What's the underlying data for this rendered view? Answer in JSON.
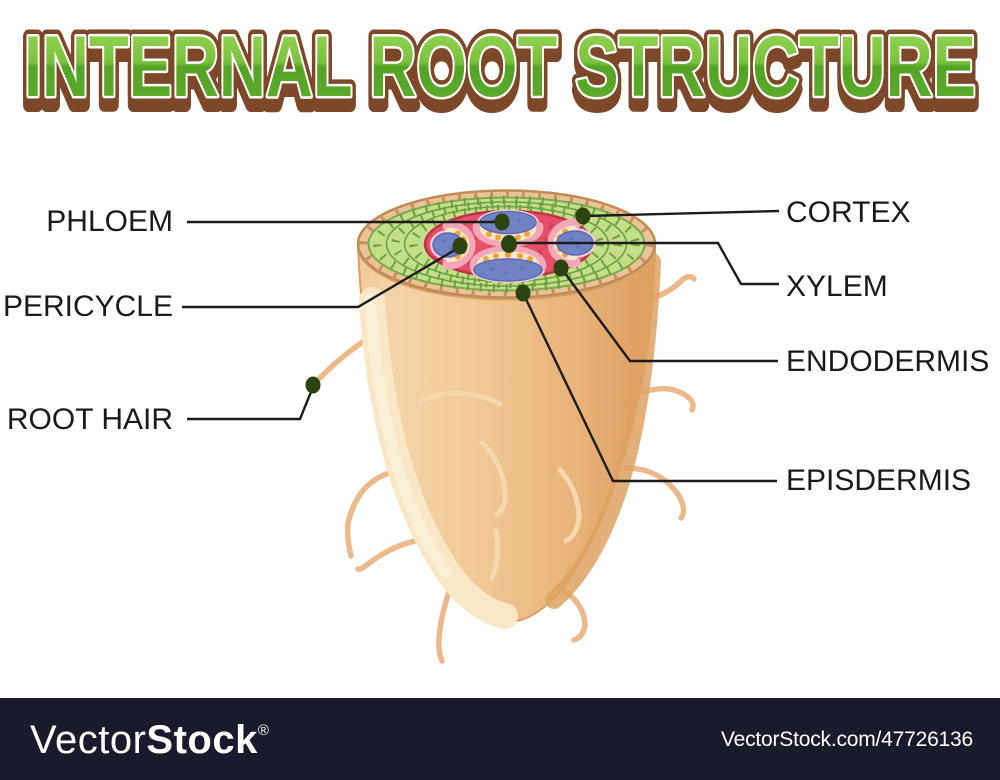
{
  "title": "INTERNAL ROOT STRUCTURE",
  "labels": {
    "phloem": "PHLOEM",
    "pericycle": "PERICYCLE",
    "root_hair": "ROOT HAIR",
    "cortex": "CORTEX",
    "xylem": "XYLEM",
    "endodermis": "ENDODERMIS",
    "episdermis": "EPISDERMIS"
  },
  "watermark": {
    "brand_light": "Vector",
    "brand_bold": "Stock",
    "registered": "®",
    "url": "VectorStock.com/47726136"
  },
  "colors": {
    "title_green_1": "#9ed95b",
    "title_green_2": "#7ac23e",
    "title_green_3": "#55a326",
    "title_green_4": "#60ae2d",
    "title_brown": "#7d482a",
    "label_text": "#1a1a1a",
    "connector": "#1c1c1c",
    "marker": "#2b430f",
    "body_light": "#f4d4a9",
    "body_mid": "#f2ca97",
    "body_dark": "#dc9c5f",
    "body_edge": "#d9a066",
    "body_highlight": "#f9e7c6",
    "body_highlight2": "#fcefd7",
    "body_shade": "#dea263",
    "body_inner_line": "#f6d8ae",
    "root_hair": "#ecb98b",
    "rim_fill": "#eac496",
    "rim_brick": "#c89260",
    "rim_edge": "#be8b55",
    "cortex_fill": "#c3df88",
    "cortex_edge": "#7fa94e",
    "cortex_line": "#6ca040",
    "stele_fill": "#e64f65",
    "stele_edge": "#c23049",
    "stele_texture": "#d03a55",
    "xylem_fill": "#7082c4",
    "xylem_edge": "#5a6bb4",
    "phloem_pale": "#f6cfd8",
    "phloem_pink": "#f2a8b8",
    "phloem_cream": "#f8e8c8",
    "phloem_orange": "#efa33c",
    "bar_bg": "#191a2b",
    "bar_text": "#ffffff"
  }
}
